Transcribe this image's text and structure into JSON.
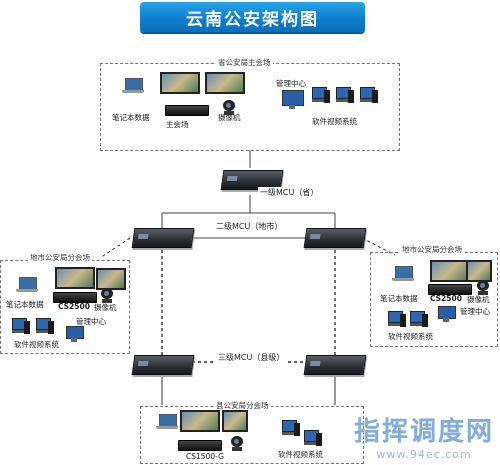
{
  "title": "云南公安架构图",
  "zones": {
    "province": {
      "label": "省公安局主会场",
      "laptop_label": "笔记本数据",
      "main_label": "主会场",
      "camera_label": "摄像机",
      "mgmt_label": "管理中心",
      "softvideo_label": "软件视频系统"
    },
    "city_left": {
      "label": "地市公安局分会场",
      "laptop_label": "笔记本数据",
      "codec_label": "CS2500",
      "camera_label": "摄像机",
      "mgmt_label": "管理中心",
      "softvideo_label": "软件视频系统"
    },
    "city_right": {
      "label": "地市公安局分会场",
      "laptop_label": "笔记本数据",
      "codec_label": "CS2500",
      "camera_label": "摄像机",
      "mgmt_label": "管理中心",
      "softvideo_label": "软件视频系统"
    },
    "county": {
      "label": "县公安局分会场",
      "codec_label": "CS1500-G",
      "softvideo_label": "软件视频系统"
    }
  },
  "mcu": {
    "level1": "一级MCU（省）",
    "level2": "二级MCU（地市）",
    "level3": "三级MCU（县级）"
  },
  "watermark": {
    "text": "指挥调度网",
    "url": "www.94ec.com"
  }
}
